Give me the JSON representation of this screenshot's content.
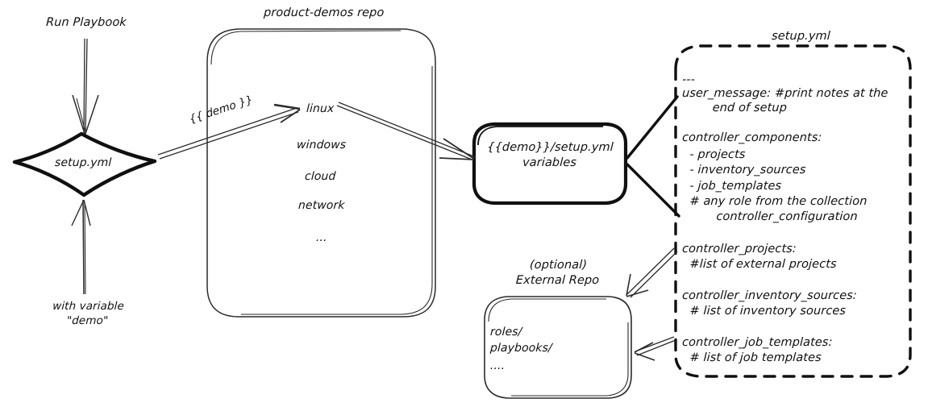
{
  "diagram": {
    "title": "Ansible product-demos setup.yml flow",
    "ink_color": "#101010",
    "background": "#ffffff",
    "nodes": {
      "run_playbook": {
        "label": "Run Playbook"
      },
      "setup_diamond": {
        "label": "setup.yml"
      },
      "with_variable": {
        "label": "with variable\n\"demo\""
      },
      "repo_box": {
        "title": "product-demos repo",
        "items": [
          "linux",
          "windows",
          "cloud",
          "network",
          "..."
        ]
      },
      "vars_box": {
        "label": "{{demo}}/setup.yml\nvariables"
      },
      "external_repo": {
        "title": "(optional)\nExternal Repo",
        "items": [
          "roles/",
          "playbooks/",
          "...."
        ]
      },
      "setup_yml_panel": {
        "title": "setup.yml",
        "lines": [
          "---",
          "user_message: #print notes at the",
          "        end of setup",
          "",
          "controller_components:",
          "  - projects",
          "  - inventory_sources",
          "  - job_templates",
          "  # any role from the collection",
          "         controller_configuration",
          "",
          "controller_projects:",
          "  #list of external projects",
          "",
          "controller_inventory_sources:",
          "  # list of inventory sources",
          "",
          "controller_job_templates:",
          "  # list of job templates"
        ]
      }
    },
    "edges": [
      {
        "name": "run-playbook-to-setup",
        "label": ""
      },
      {
        "name": "with-variable-to-setup",
        "label": ""
      },
      {
        "name": "setup-to-linux",
        "label": "{{ demo }}"
      },
      {
        "name": "linux-to-vars",
        "label": ""
      },
      {
        "name": "vars-to-panel-top",
        "label": ""
      },
      {
        "name": "vars-to-panel-bottom",
        "label": ""
      },
      {
        "name": "panel-to-external-repo-upper",
        "label": ""
      },
      {
        "name": "panel-to-external-repo-lower",
        "label": ""
      }
    ]
  }
}
